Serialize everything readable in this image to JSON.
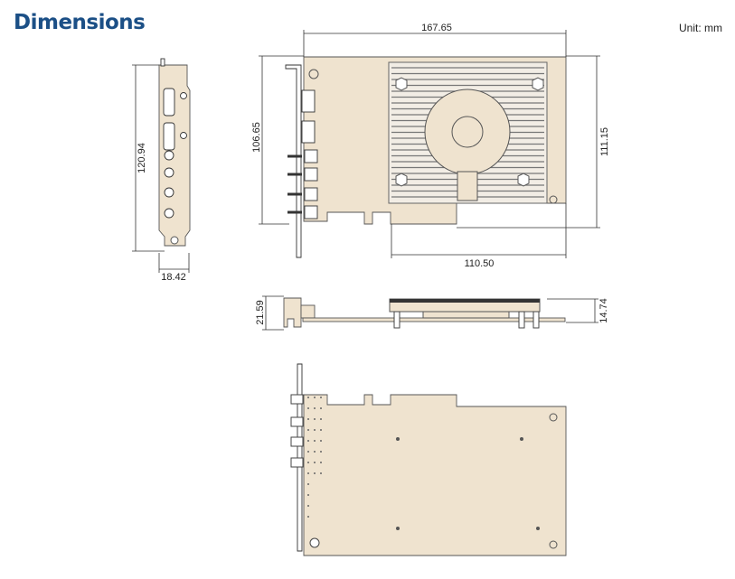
{
  "header": {
    "title": "Dimensions",
    "unit": "Unit: mm"
  },
  "dimensions": {
    "width_top": "167.65",
    "bracket_height": "120.94",
    "board_height_left": "106.65",
    "board_height_right": "111.15",
    "edge_length": "110.50",
    "bracket_width": "18.42",
    "side_height_left": "21.59",
    "side_height_right": "14.74"
  }
}
